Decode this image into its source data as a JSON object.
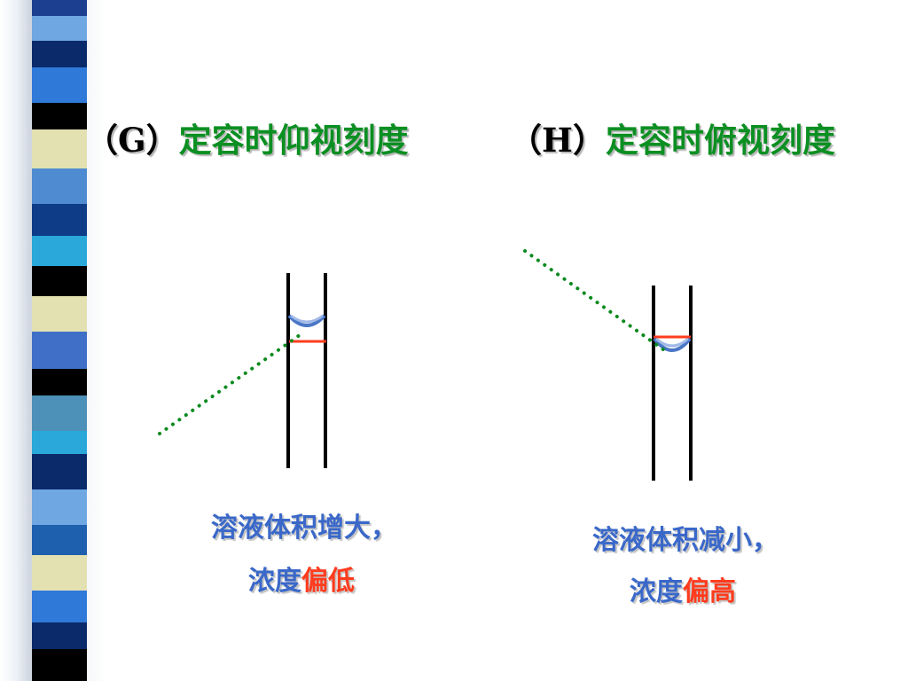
{
  "colors": {
    "title_text": "#0b8f22",
    "caption_text": "#3a68c9",
    "highlight_text": "#ff3c1e",
    "sight_line": "#0a8a1e",
    "meniscus": "#4a76c6",
    "scale_mark": "#ff3c1e",
    "tube_wall": "#000000"
  },
  "panel_g": {
    "paren_open": "（",
    "letter": "G",
    "paren_close": "）",
    "title": "定容时仰视刻度",
    "caption_line1": "溶液体积增大，",
    "caption_line2_prefix": "浓度",
    "caption_line2_highlight": "偏低"
  },
  "panel_h": {
    "paren_open": "（",
    "letter": "H",
    "paren_close": "）",
    "title": "定容时俯视刻度",
    "caption_line1": "溶液体积减小，",
    "caption_line2_prefix": "浓度",
    "caption_line2_highlight": "偏高"
  }
}
